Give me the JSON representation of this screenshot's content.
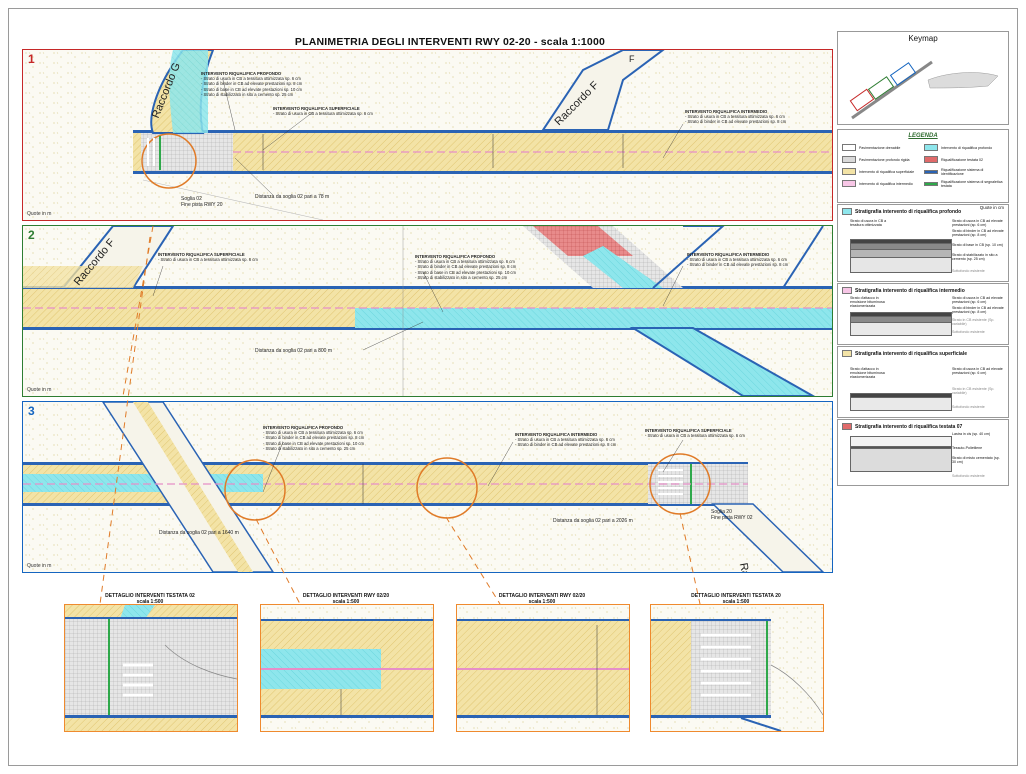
{
  "title": "PLANIMETRIA DEGLI INTERVENTI RWY 02-20 - scala 1:1000",
  "panels": [
    {
      "number": "1",
      "quote": "Quote in m"
    },
    {
      "number": "2",
      "quote": "Quote in m"
    },
    {
      "number": "3",
      "quote": "Quote in m"
    }
  ],
  "panel1": {
    "raccordo_g": "Raccordo G",
    "raccordo_f": "Raccordo F",
    "letter_f": "F",
    "note_profondo": {
      "title": "INTERVENTO RIQUALIFICA PROFONDO",
      "lines": [
        "- Strato di usura in CB a tessitura ottimizzata sp. 6 cm",
        "- Strato di binder in CB ad elevate prestazioni sp. 8 cm",
        "- Strato di base in CB ad elevate prestazioni sp. 10 cm",
        "- Strato di stabilizzato in sito a cemento sp. 25 cm"
      ]
    },
    "note_superficiale": {
      "title": "INTERVENTO RIQUALIFICA SUPERFICIALE",
      "lines": [
        "- Strato di usura in CB a tessitura ottimizzata sp. 6 cm"
      ]
    },
    "note_intermedio": {
      "title": "INTERVENTO RIQUALIFICA INTERMEDIO",
      "lines": [
        "- Strato di usura in CB a tessitura ottimizzata sp. 6 cm",
        "- Strato di binder in CB ad elevate prestazioni sp. 8 cm"
      ]
    },
    "soglia": "Soglia 02",
    "fine_pista": "Fine pista RWY 20",
    "distanza": "Distanza da soglia 02 pari a 78 m"
  },
  "panel2": {
    "raccordo_f": "Raccordo F",
    "note_superficiale": {
      "title": "INTERVENTO RIQUALIFICA SUPERFICIALE",
      "lines": [
        "- Strato di usura in CB a tessitura ottimizzata sp. 6 cm"
      ]
    },
    "note_profondo": {
      "title": "INTERVENTO RIQUALIFICA PROFONDO",
      "lines": [
        "- Strato di usura in CB a tessitura ottimizzata sp. 6 cm",
        "- Strato di binder in CB ad elevate prestazioni sp. 8 cm",
        "- Strato di base in CB ad elevate prestazioni sp. 10 cm",
        "- Strato di stabilizzato in sito a cemento sp. 25 cm"
      ]
    },
    "note_intermedio": {
      "title": "INTERVENTO RIQUALIFICA INTERMEDIO",
      "lines": [
        "- Strato di usura in CB a tessitura ottimizzata sp. 6 cm",
        "- Strato di binder in CB ad elevate prestazioni sp. 8 cm"
      ]
    },
    "distanza": "Distanza da soglia 02 pari a 800 m"
  },
  "panel3": {
    "note_profondo": {
      "title": "INTERVENTO RIQUALIFICA PROFONDO",
      "lines": [
        "- Strato di usura in CB a tessitura ottimizzata sp. 6 cm",
        "- Strato di binder in CB ad elevate prestazioni sp. 8 cm",
        "- Strato di base in CB ad elevate prestazioni sp. 10 cm",
        "- Strato di stabilizzato in sito a cemento sp. 25 cm"
      ]
    },
    "note_intermedio": {
      "title": "INTERVENTO RIQUALIFICA INTERMEDIO",
      "lines": [
        "- Strato di usura in CB a tessitura ottimizzata sp. 6 cm",
        "- Strato di binder in CB ad elevate prestazioni sp. 8 cm"
      ]
    },
    "note_superficiale": {
      "title": "INTERVENTO RIQUALIFICA SUPERFICIALE",
      "lines": [
        "- Strato di usura in CB a tessitura ottimizzata sp. 6 cm"
      ]
    },
    "distanza_1": "Distanza da soglia 02 pari a 1640 m",
    "distanza_2": "Distanza da soglia 02 pari a 2026 m",
    "soglia": "Soglia 20",
    "fine_pista": "Fine pista RWY 02",
    "raccordo": "Raccordo"
  },
  "keymap": {
    "title": "Keymap"
  },
  "legend": {
    "title": "LEGENDA",
    "items": [
      {
        "label": "Pavimentazione drenabile",
        "color": "#ffffff"
      },
      {
        "label": "Pavimentazione profondo rigida",
        "color": "#d9d9d9"
      },
      {
        "label": "Intervento di riqualifica superficiale",
        "color": "#f3e3a6"
      },
      {
        "label": "Intervento di riqualifica intermedio",
        "color": "#f7c6e6"
      },
      {
        "label": "Intervento di riqualifica profondo",
        "color": "#8ee6ec"
      },
      {
        "label": "Riqualificazione testata 02",
        "color": "#e06a6a"
      },
      {
        "label": "Riqualificazione sistema di identificazione",
        "color": "#2a63b4"
      },
      {
        "label": "Riqualificazione sistema di segnaletica testata",
        "color": "#2ea84a"
      }
    ]
  },
  "stratigrafie": [
    {
      "title": "Stratigrafia intervento di riqualifica profondo",
      "color": "#8ee6ec",
      "quote": "Quote in cm",
      "left_labels": [
        "Strato di usura in CB a tessitura ottimizzata"
      ],
      "right_labels": [
        "Strato di usura in CB ad elevate prestazioni (sp. 6 cm)",
        "Strato di binder in CB ad elevate prestazioni (sp. 8 cm)",
        "Strato di base in CB (sp. 10 cm)",
        "Strato di stabilizzato in sito a cemento (sp. 25 cm)",
        "Sottofondo esistente"
      ]
    },
    {
      "title": "Stratigrafia intervento di riqualifica intermedio",
      "color": "#f7c6e6",
      "quote": "",
      "left_labels": [
        "Strato d'attacco in emulsione bituminosa elastomerizzata"
      ],
      "right_labels": [
        "Strato di usura in CB ad elevate prestazioni (sp. 6 cm)",
        "Strato di binder in CB ad elevate prestazioni (sp. 8 cm)",
        "Strato in CB esistente (Sp. variabile)",
        "Sottofondo esistente"
      ]
    },
    {
      "title": "Stratigrafia intervento di riqualifica superficiale",
      "color": "#f3e3a6",
      "quote": "",
      "left_labels": [
        "Strato d'attacco in emulsione bituminosa elastomerizzata"
      ],
      "right_labels": [
        "Strato di usura in CB ad elevate prestazioni (sp. 6 cm)",
        "Strato in CB esistente (Sp. variabile)",
        "Sottofondo esistente"
      ]
    },
    {
      "title": "Stratigrafia intervento di riqualifica testata 07",
      "color": "#e06a6a",
      "quote": "",
      "left_labels": [],
      "right_labels": [
        "Lastra in cls (sp. 40 cm)",
        "Tessuto-Polietilene",
        "Strato di misto cementato (sp. 30 cm)",
        "Sottofondo esistente"
      ]
    }
  ],
  "details": [
    {
      "title": "DETTAGLIO INTERVENTI TESTATA 02",
      "scale": "scala 1:500"
    },
    {
      "title": "DETTAGLIO INTERVENTI RWY 02/20",
      "scale": "scala 1:500"
    },
    {
      "title": "DETTAGLIO INTERVENTI RWY 02/20",
      "scale": "scala 1:500"
    },
    {
      "title": "DETTAGLIO INTERVENTI TESTATA 20",
      "scale": "scala 1:500"
    }
  ],
  "colors": {
    "superficiale": "#f3e3a6",
    "intermedio": "#f7c6e6",
    "profondo": "#8ee6ec",
    "testata": "#e06a6a",
    "edge_blue": "#2a63b4",
    "green": "#2ea84a",
    "orange": "#e07b28"
  }
}
